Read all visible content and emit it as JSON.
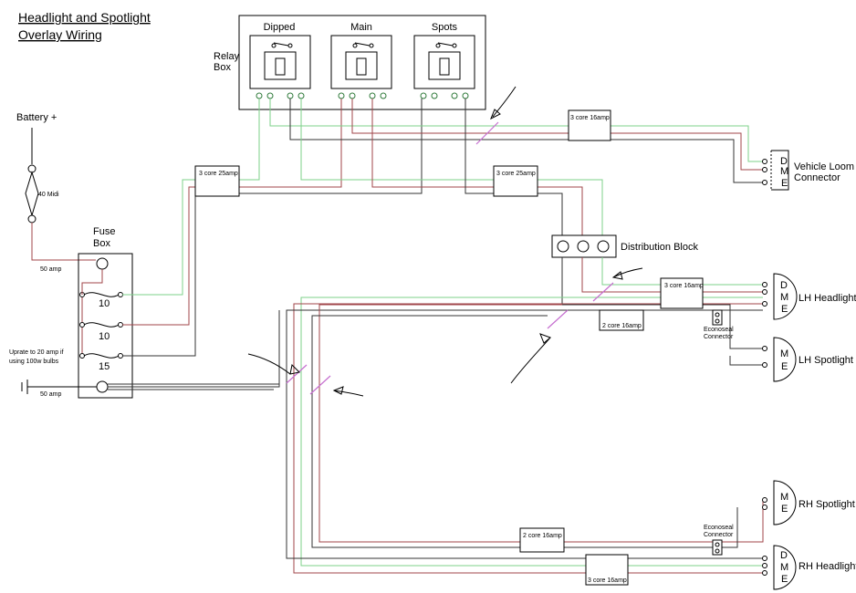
{
  "title": {
    "line1": "Headlight and Spotlight",
    "line2": "Overlay Wiring"
  },
  "relay_box": {
    "label_line1": "Relay",
    "label_line2": "Box",
    "relays": [
      "Dipped",
      "Main",
      "Spots"
    ]
  },
  "battery": {
    "label": "Battery +",
    "fuse_label": "40 Midi",
    "feed_label": "50 amp"
  },
  "fuse_box": {
    "label_line1": "Fuse",
    "label_line2": "Box",
    "fuses": [
      "10",
      "10",
      "15"
    ],
    "note_line1": "Uprate to 20 amp if",
    "note_line2": "using 100w bulbs",
    "earth_label": "50 amp"
  },
  "cables": {
    "core3_16amp": "3 core 16amp",
    "core3_25amp": "3 core 25amp",
    "core2_16amp": "2 core 16amp"
  },
  "distribution_block": {
    "label": "Distribution Block"
  },
  "vehicle_loom": {
    "label_line1": "Vehicle Loom",
    "label_line2": "Connector",
    "pins": [
      "D",
      "M",
      "E"
    ]
  },
  "lh_headlight": {
    "label": "LH Headlight",
    "pins": [
      "D",
      "M",
      "E"
    ]
  },
  "lh_spotlight": {
    "label": "LH Spotlight",
    "pins": [
      "M",
      "E"
    ]
  },
  "rh_spotlight": {
    "label": "RH Spotlight",
    "pins": [
      "M",
      "E"
    ]
  },
  "rh_headlight": {
    "label": "RH Headlight",
    "pins": [
      "D",
      "M",
      "E"
    ]
  },
  "econoseal": {
    "line1": "Econoseal",
    "line2": "Connector"
  },
  "colors": {
    "green_wire": "#7ed08a",
    "red_wire": "#a0464a",
    "black_wire": "#333333",
    "pink_marker": "#c66fd0"
  }
}
